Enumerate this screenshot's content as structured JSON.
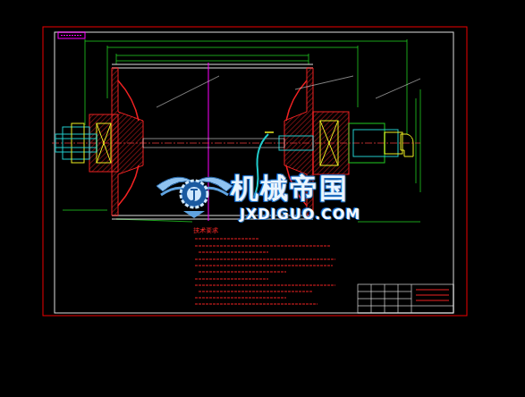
{
  "diagram": {
    "labels": [
      "机械帝国",
      "JXDIGUO.COM",
      "技术要求"
    ]
  }
}
